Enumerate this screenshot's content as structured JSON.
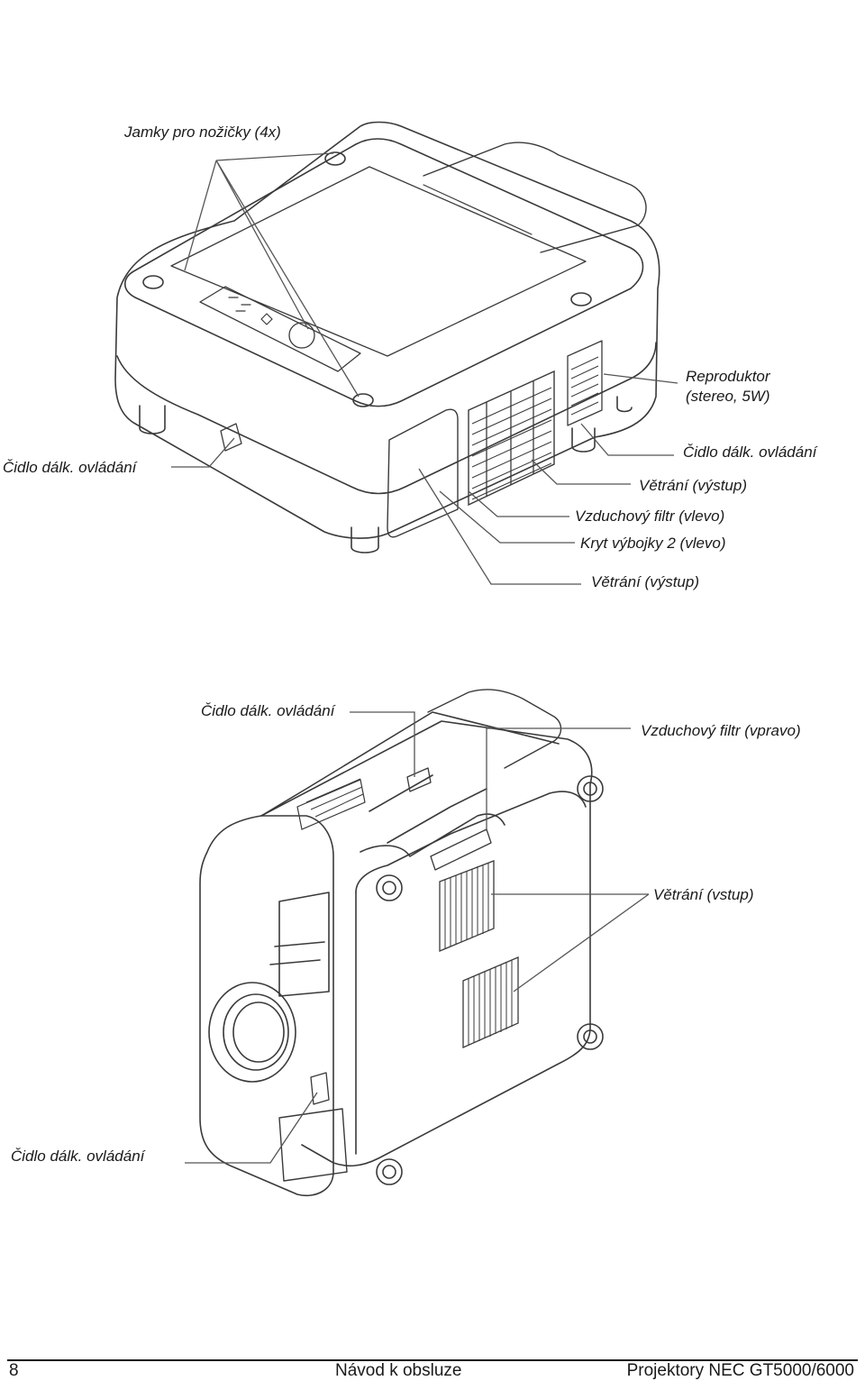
{
  "diagram1": {
    "labels": {
      "feet_sockets": "Jamky pro nožičky (4x)",
      "speaker_line1": "Reproduktor",
      "speaker_line2": "(stereo, 5W)",
      "remote_sensor_left": "Čidlo dálk. ovládání",
      "remote_sensor_right": "Čidlo dálk. ovládání",
      "vent_exhaust_1": "Větrání (výstup)",
      "air_filter_left": "Vzduchový filtr (vlevo)",
      "lamp_cover_2": "Kryt výbojky 2 (vlevo)",
      "vent_exhaust_2": "Větrání (výstup)"
    }
  },
  "diagram2": {
    "labels": {
      "remote_sensor_top": "Čidlo dálk. ovládání",
      "air_filter_right": "Vzduchový filtr (vpravo)",
      "vent_intake": "Větrání (vstup)",
      "remote_sensor_bottom": "Čidlo dálk. ovládání"
    }
  },
  "footer": {
    "page_number": "8",
    "manual_title": "Návod k obsluze",
    "product_name": "Projektory NEC GT5000/6000"
  }
}
